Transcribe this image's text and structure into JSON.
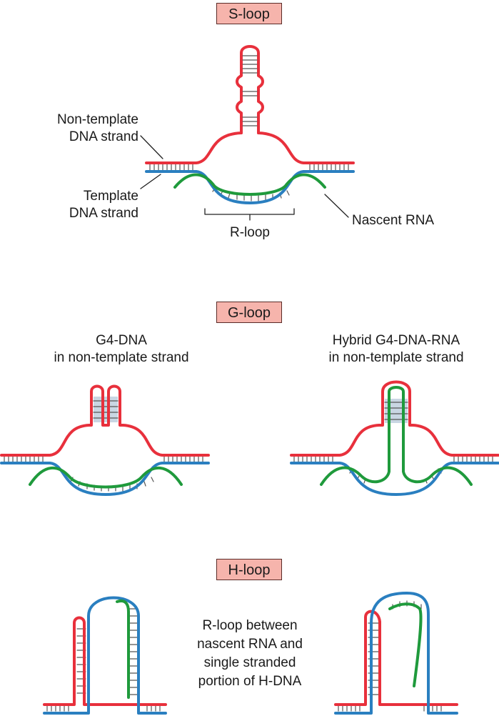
{
  "sloop": {
    "title": "S-loop",
    "nontemplate_label_1": "Non-template",
    "nontemplate_label_2": "DNA strand",
    "template_label_1": "Template",
    "template_label_2": "DNA strand",
    "nascent_rna_label": "Nascent RNA",
    "rloop_label": "R-loop"
  },
  "gloop": {
    "title": "G-loop",
    "left_caption_1": "G4-DNA",
    "left_caption_2": "in non-template strand",
    "right_caption_1": "Hybrid G4-DNA-RNA",
    "right_caption_2": "in non-template strand"
  },
  "hloop": {
    "title": "H-loop",
    "caption_1": "R-loop between",
    "caption_2": "nascent RNA and",
    "caption_3": "single stranded",
    "caption_4": "portion of H-DNA"
  },
  "colors": {
    "nontemplate_dna": "#e8303c",
    "template_dna": "#2a7fc0",
    "rna": "#1f9a3c",
    "title_box": "#f6b4ac",
    "g4_fill": "#c9d6e3"
  }
}
